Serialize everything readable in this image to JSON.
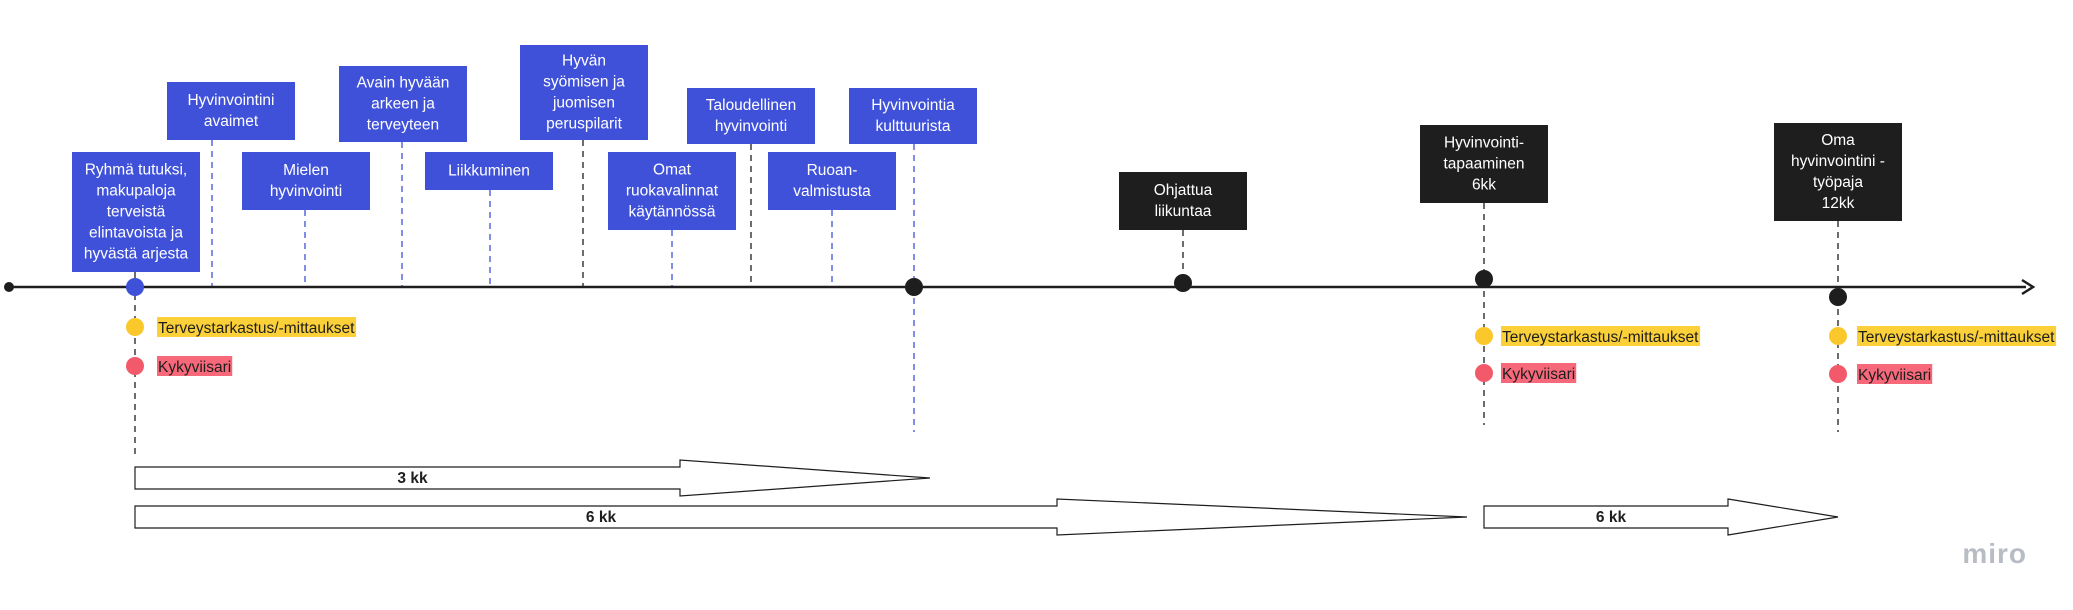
{
  "colors": {
    "blue": "#3f51d9",
    "black": "#1e1e1e",
    "yellow": "#fbc82c",
    "yellow_highlight": "#fbd038",
    "red": "#f25a6b",
    "red_highlight": "#f7697a",
    "line": "#1e1e1e",
    "watermark": "#b8bcc4"
  },
  "boxes": [
    {
      "id": "ryhma",
      "lines": [
        "Ryhmä tutuksi,",
        "makupaloja",
        "terveistä",
        "elintavoista ja",
        "hyvästä arjesta"
      ],
      "style": "blue"
    },
    {
      "id": "avaimet",
      "lines": [
        "Hyvinvointini",
        "avaimet"
      ],
      "style": "blue"
    },
    {
      "id": "mielen",
      "lines": [
        "Mielen",
        "hyvinvointi"
      ],
      "style": "blue"
    },
    {
      "id": "avain",
      "lines": [
        "Avain hyvään",
        "arkeen ja",
        "terveyteen"
      ],
      "style": "blue"
    },
    {
      "id": "liikkuminen",
      "lines": [
        "Liikkuminen"
      ],
      "style": "blue"
    },
    {
      "id": "syominen",
      "lines": [
        "Hyvän",
        "syömisen ja",
        "juomisen",
        "peruspilarit"
      ],
      "style": "blue"
    },
    {
      "id": "ruokavalinnat",
      "lines": [
        "Omat",
        "ruokavalinnat",
        "käytännössä"
      ],
      "style": "blue"
    },
    {
      "id": "talous",
      "lines": [
        "Taloudellinen",
        "hyvinvointi"
      ],
      "style": "blue"
    },
    {
      "id": "ruoanvalmistus",
      "lines": [
        "Ruoan-",
        "valmistusta"
      ],
      "style": "blue"
    },
    {
      "id": "kulttuuri",
      "lines": [
        "Hyvinvointia",
        "kulttuurista"
      ],
      "style": "blue"
    },
    {
      "id": "ohjattua",
      "lines": [
        "Ohjattua",
        "liikuntaa"
      ],
      "style": "black"
    },
    {
      "id": "tapaaminen",
      "lines": [
        "Hyvinvointi-",
        "tapaaminen",
        "6kk"
      ],
      "style": "black"
    },
    {
      "id": "tyopaja",
      "lines": [
        "Oma",
        "hyvinvointini -",
        "työpaja",
        "12kk"
      ],
      "style": "black"
    }
  ],
  "legend_labels": {
    "health": "Terveystarkastus/-mittaukset",
    "kyky": "Kykyviisari"
  },
  "arrows": [
    {
      "id": "arrow-3kk",
      "label": "3 kk"
    },
    {
      "id": "arrow-6kk-long",
      "label": "6 kk"
    },
    {
      "id": "arrow-6kk-short",
      "label": "6 kk"
    }
  ],
  "watermark": "miro"
}
